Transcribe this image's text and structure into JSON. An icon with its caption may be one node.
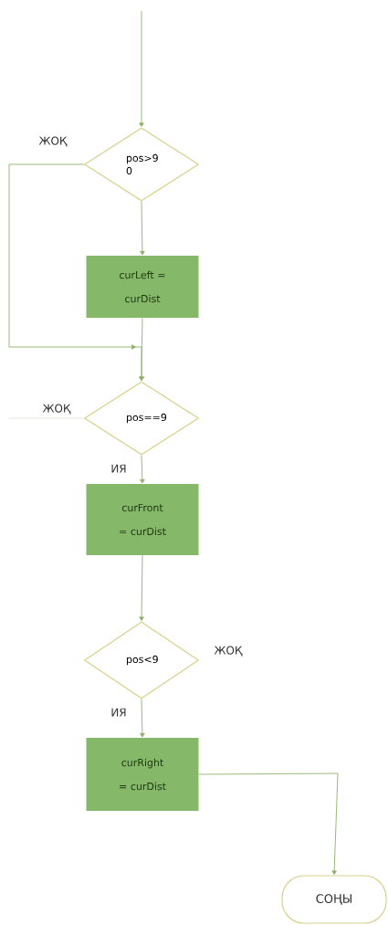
{
  "diagram": {
    "nodes": [
      {
        "text": [
          "pos>9 0"
        ]
      },
      {
        "text": [
          "curLeft = curDist"
        ]
      },
      {
        "text": [
          "pos==9"
        ]
      },
      {
        "text": [
          "curFront = curDist"
        ]
      },
      {
        "text": [
          "pos<9"
        ],
        "beside": [
          "ЖОҚ"
        ]
      },
      {
        "text": [
          "curRight = curDist"
        ]
      },
      {
        "text": [
          "СОҢЫ"
        ]
      }
    ],
    "edges": [
      {
        "from": null,
        "to": 0,
        "arrow": "to"
      },
      {
        "from": 0,
        "to": 1,
        "arrow": "to"
      },
      {
        "from": 0,
        "to": 2,
        "arrow": "to",
        "label": "ЖОҚ"
      },
      {
        "from": 1,
        "to": 2,
        "arrow": "to"
      },
      {
        "from": 2,
        "to": null,
        "arrow": "none",
        "label": "ЖОҚ",
        "color": "#e3e8df"
      },
      {
        "from": 2,
        "to": 3,
        "arrow": "to",
        "label": "ИЯ"
      },
      {
        "from": 3,
        "to": 4,
        "arrow": "to"
      },
      {
        "from": 4,
        "to": 5,
        "arrow": "to",
        "label": "ИЯ"
      },
      {
        "from": 5,
        "to": 6,
        "arrow": "to"
      }
    ]
  }
}
